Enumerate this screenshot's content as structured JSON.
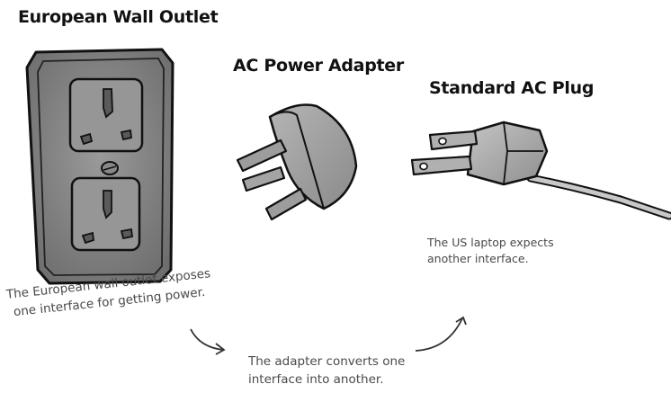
{
  "titles": {
    "outlet": "European Wall Outlet",
    "adapter": "AC Power Adapter",
    "plug": "Standard AC Plug"
  },
  "notes": {
    "outlet_line1": "The European wall outlet exposes",
    "outlet_line2": "one interface for getting power.",
    "adapter_line1": "The adapter converts one",
    "adapter_line2": "interface into another.",
    "laptop_line1": "The US laptop expects",
    "laptop_line2": "another interface."
  },
  "icons": {
    "outlet": "european-wall-outlet",
    "adapter": "ac-power-adapter",
    "plug": "standard-ac-plug",
    "arrow_left": "curved-arrow",
    "arrow_right": "curved-arrow"
  }
}
